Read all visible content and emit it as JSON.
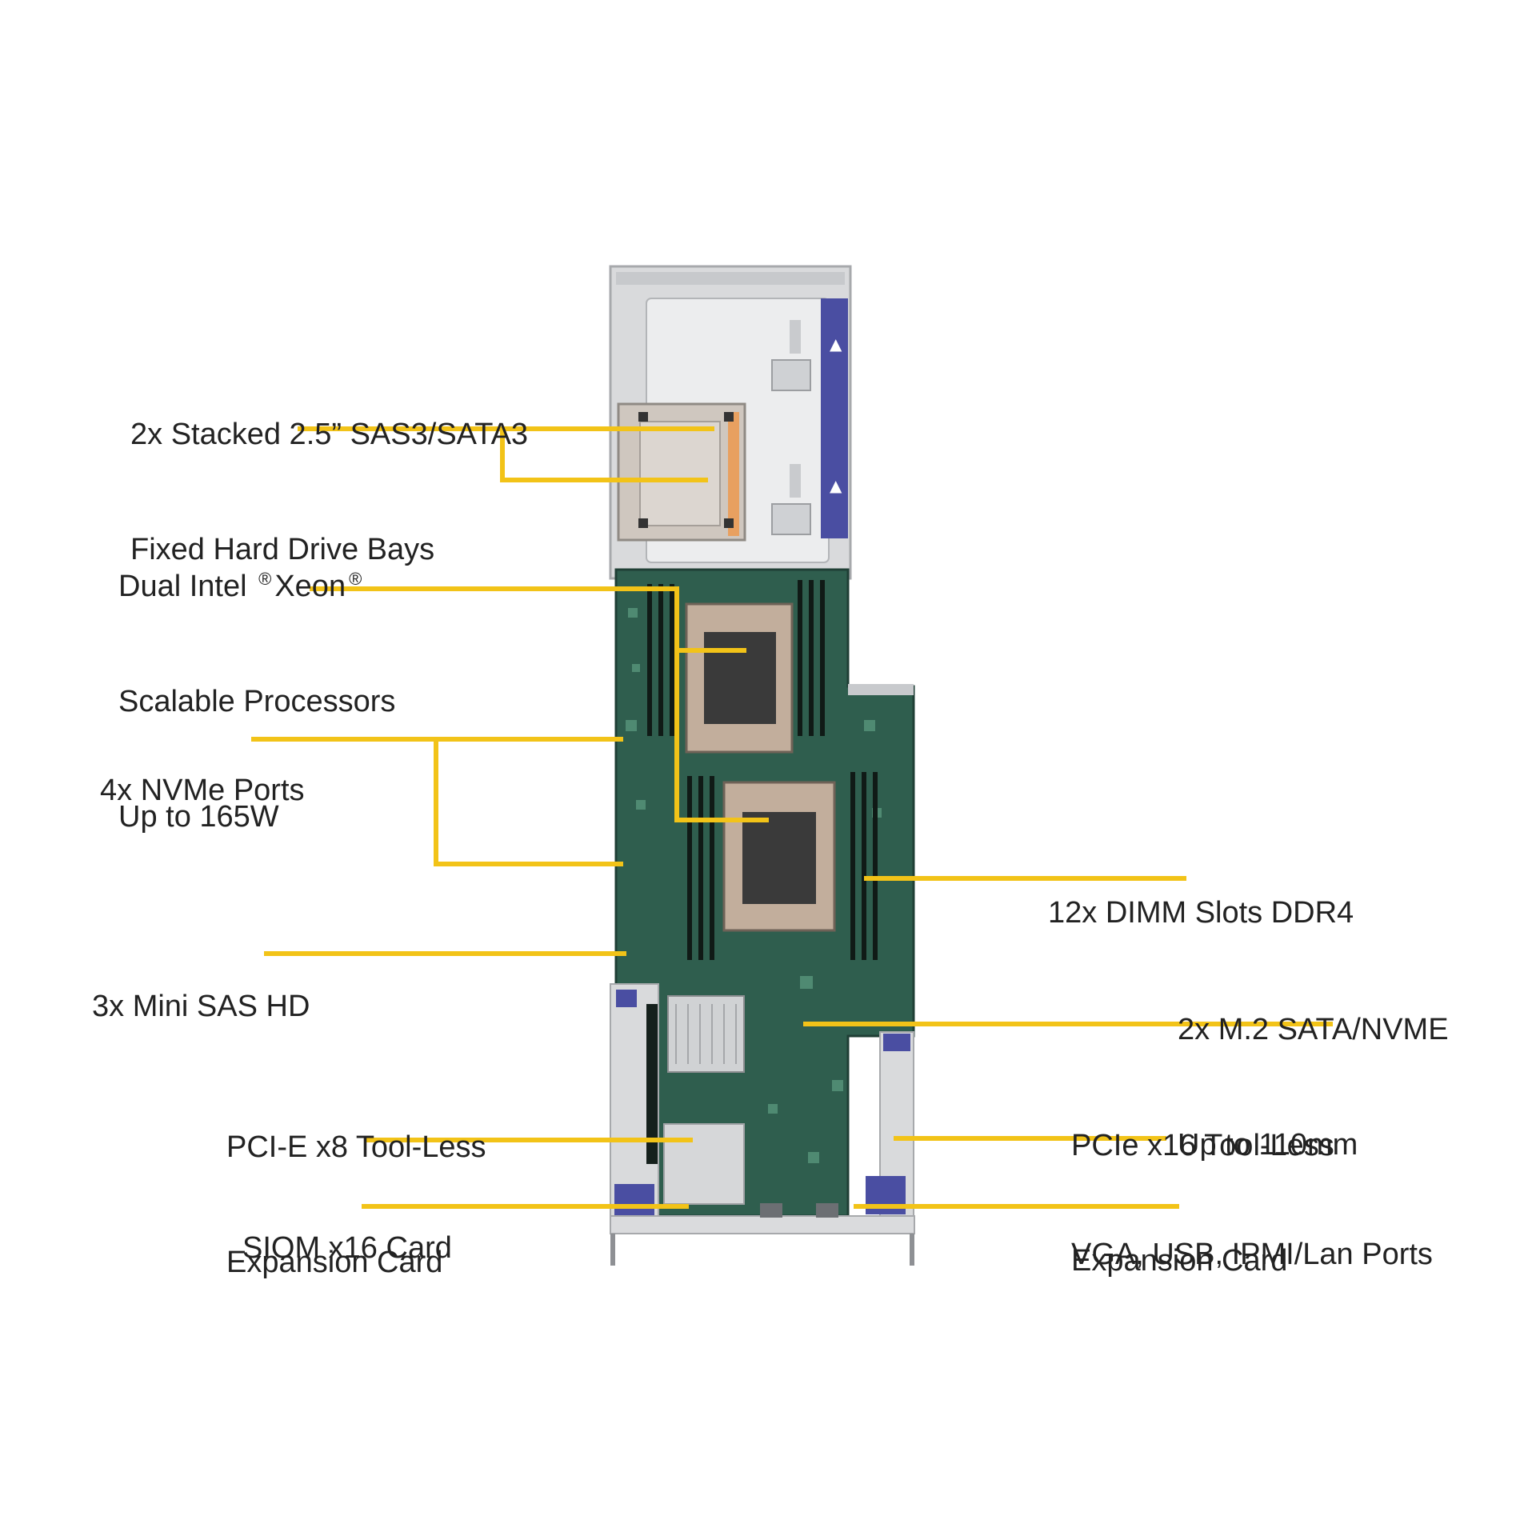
{
  "colors": {
    "callout_line": "#F2C318",
    "chassis": "#D9DADC",
    "board": "#2F5E4E",
    "latch_blue": "#4A4EA2"
  },
  "labels": {
    "drive_bays": {
      "line1": "2x Stacked 2.5” SAS3/SATA3",
      "line2": "Fixed Hard Drive Bays"
    },
    "processors": {
      "line1a": "Dual Intel",
      "reg1": "®",
      "line1b": "Xeon",
      "reg2": "®",
      "line2": "Scalable Processors",
      "line3": "Up to 165W"
    },
    "nvme": {
      "line1": "4x NVMe Ports"
    },
    "mini_sas": {
      "line1": "3x Mini SAS HD"
    },
    "pcie_x8": {
      "line1": "PCI-E x8 Tool-Less",
      "line2": "Expansion Card"
    },
    "siom": {
      "line1": "SIOM x16 Card"
    },
    "dimm": {
      "line1": "12x DIMM Slots DDR4"
    },
    "m2": {
      "line1": "2x M.2 SATA/NVME",
      "line2": "Up to 110mm"
    },
    "pcie_x16": {
      "line1": "PCIe x16 Tool-Less",
      "line2": "Expansion Card"
    },
    "ports": {
      "line1": "VGA, USB, IPMI/Lan Ports"
    }
  }
}
